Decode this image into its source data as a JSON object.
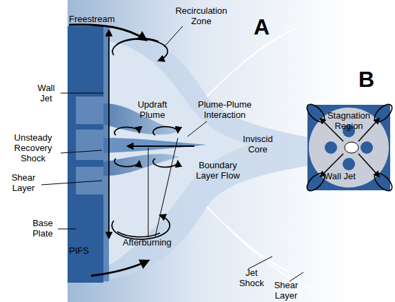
{
  "diagram": {
    "labels": [
      "Freestream",
      "Recirculation Zone",
      "A",
      "Wall Jet",
      "B",
      "Updraft Plume",
      "Plume-Plume Interaction",
      "Stagnation Region",
      "Unsteady Recovery Shock",
      "Inviscid Core",
      "Shear Layer",
      "Boundary Layer Flow",
      "Wall Jet",
      "Base Plate",
      "PIFS",
      "Afterburning",
      "Jet Shock",
      "Shear Layer"
    ]
  }
}
